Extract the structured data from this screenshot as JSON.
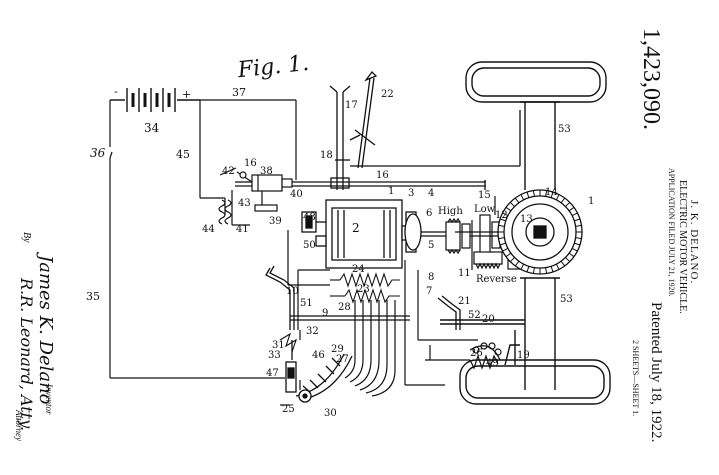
{
  "figure": {
    "title": "Fig. 1."
  },
  "header": {
    "patent_number": "1,423,090.",
    "patentee": "J. K. DELANO.",
    "invention": "ELECTRIC MOTOR VEHICLE.",
    "application": "APPLICATION FILED JULY 21, 1920.",
    "patented": "Patented July 18, 1922.",
    "sheets": "2 SHEETS—SHEET 1."
  },
  "signature": {
    "inventor_label": "Inventor",
    "attorney_label": "Attorney",
    "by_label": "By",
    "inventor_name": "James K. Delano",
    "attorney_name": "R.R. Leonard, Atty."
  },
  "labels": {
    "l1": "1",
    "l1b": "1",
    "l2": "2",
    "l3": "3",
    "l4": "4",
    "l5": "5",
    "l6": "6",
    "l7": "7",
    "l8": "8",
    "l9": "9",
    "l10": "10",
    "l11": "11",
    "l12": "12",
    "l13": "13",
    "l14": "14",
    "l15": "15",
    "l16": "16",
    "l16b": "16",
    "l17": "17",
    "l18": "18",
    "l19": "19",
    "l20": "20",
    "l21": "21",
    "l22": "22",
    "l23": "23",
    "l24": "24",
    "l25": "25",
    "l26": "26",
    "l27": "27",
    "l28": "28",
    "l29": "29",
    "l30": "30",
    "l31": "31",
    "l32": "32",
    "l33": "33",
    "l34": "34",
    "l35": "35",
    "l36": "36",
    "l37": "37",
    "l38": "38",
    "l39": "39",
    "l40": "40",
    "l41": "41",
    "l42": "42",
    "l43": "43",
    "l44": "44",
    "l45": "45",
    "l46": "46",
    "l47": "47",
    "l48": "48",
    "l49": "49",
    "l50": "50",
    "l51": "51",
    "l52": "52",
    "l53": "53",
    "l53b": "53",
    "high": "High",
    "low": "Low",
    "reverse": "Reverse",
    "plus": "+",
    "minus": "-"
  }
}
